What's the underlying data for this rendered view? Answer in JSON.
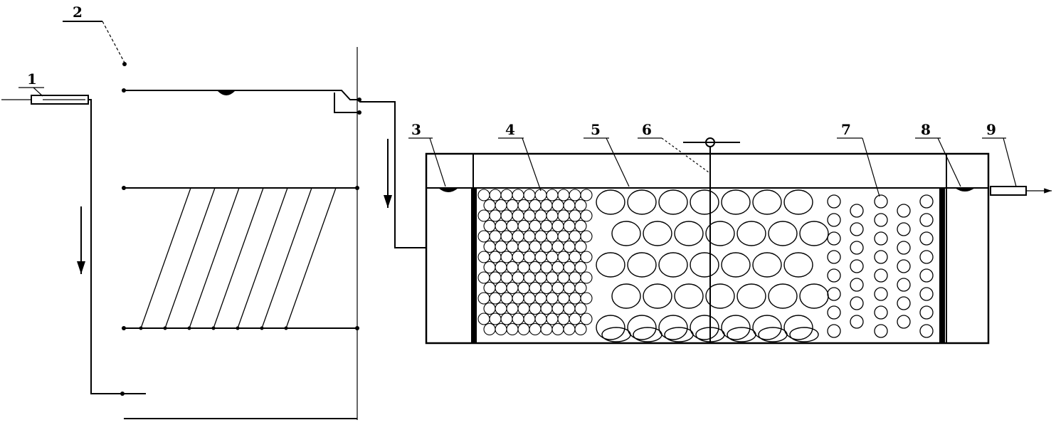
{
  "labels": {
    "l1": "1",
    "l2": "2",
    "l3": "3",
    "l4": "4",
    "l5": "5",
    "l6": "6",
    "l7": "7",
    "l8": "8",
    "l9": "9"
  },
  "colors": {
    "line": "#000000",
    "background": "#ffffff"
  }
}
